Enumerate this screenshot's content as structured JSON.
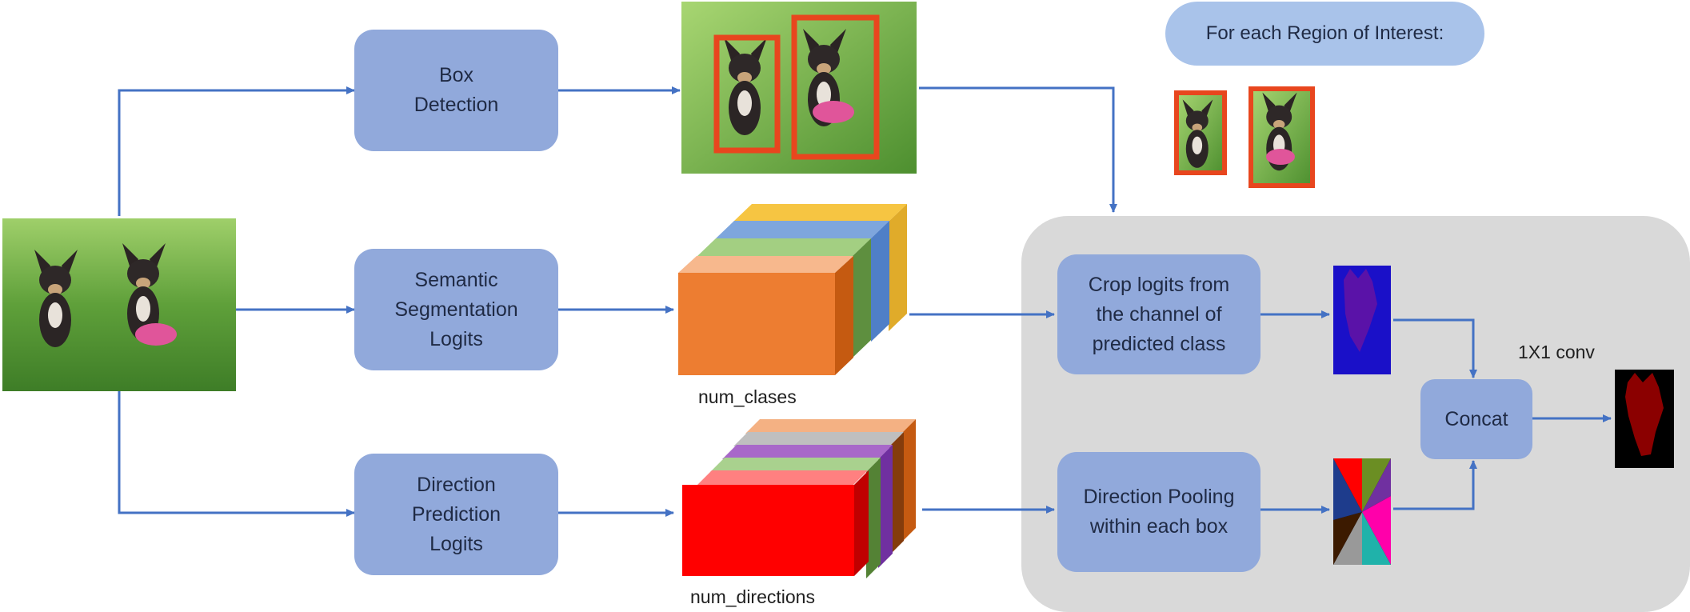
{
  "boxes": {
    "box_detection": "Box\nDetection",
    "semantic_logits": "Semantic\nSegmentation\nLogits",
    "direction_logits": "Direction\nPrediction\nLogits",
    "crop_logits": "Crop logits from\nthe channel of\npredicted class",
    "direction_pooling": "Direction Pooling\nwithin each box",
    "concat": "Concat"
  },
  "roi_header": "For each Region of Interest:",
  "labels": {
    "num_classes": "num_clases",
    "num_directions": "num_directions",
    "conv": "1X1 conv"
  },
  "colors": {
    "box_fill": "#91a9db",
    "arrow": "#4472c4",
    "panel": "#d9d9d9",
    "detection_box": "#e8461e",
    "semantic_front": "#ed7d31",
    "direction_front": "#ff0000"
  },
  "images": {
    "input": "two-dogs-on-grass-photo",
    "detection_output": "dogs-photo-with-red-bounding-boxes",
    "roi_crops": "cropped-dog-regions",
    "semantic_crop": "blue-purple-logit-crop",
    "direction_crop": "multicolor-direction-wedges",
    "result_mask": "dark-red-instance-mask-on-black"
  }
}
